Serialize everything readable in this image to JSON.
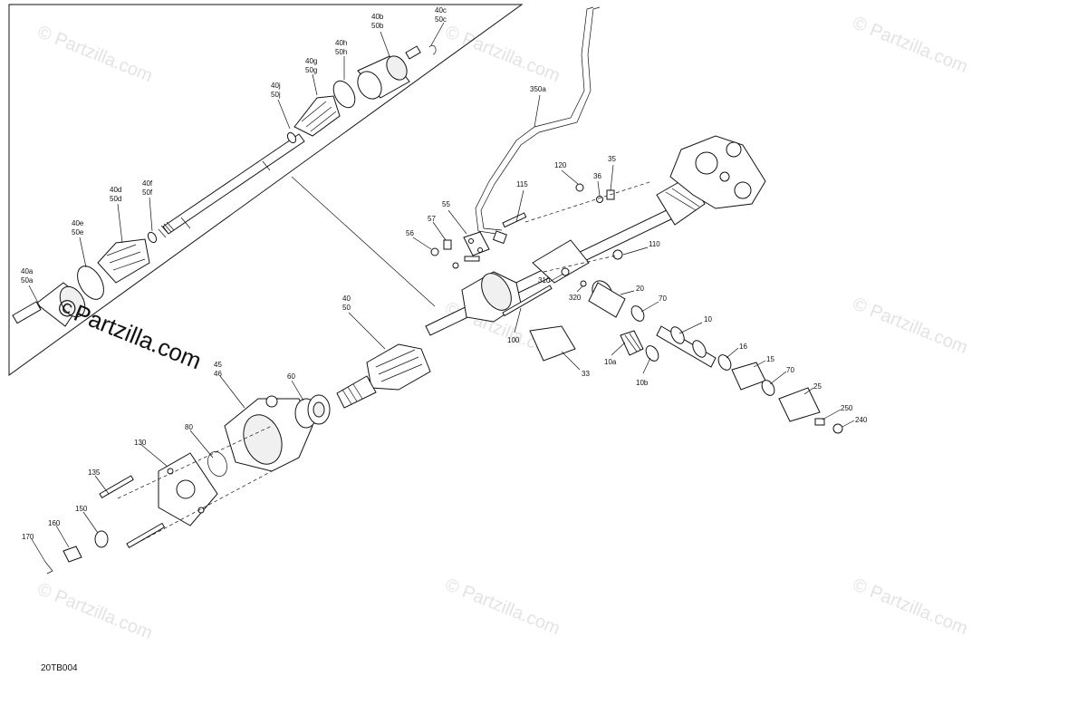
{
  "drawing": {
    "reference_code": "20TB004",
    "watermark": "© Partzilla.com",
    "watermark_inset": "©Partzilla.com"
  },
  "callouts": {
    "c40c_50c": [
      "40c",
      "50c"
    ],
    "c40b_50b": [
      "40b",
      "50b"
    ],
    "c40h_50h": [
      "40h",
      "50h"
    ],
    "c40g_50g": [
      "40g",
      "50g"
    ],
    "c40j_50j": [
      "40j",
      "50j"
    ],
    "c40f_50f": [
      "40f",
      "50f"
    ],
    "c40d_50d": [
      "40d",
      "50d"
    ],
    "c40e_50e": [
      "40e",
      "50e"
    ],
    "c40a_50a": [
      "40a",
      "50a"
    ],
    "c40_50": [
      "40",
      "50"
    ],
    "c45_46": [
      "45",
      "46"
    ],
    "c350a": "350a",
    "c120": "120",
    "c36": "36",
    "c35": "35",
    "c115": "115",
    "c55": "55",
    "c57": "57",
    "c56": "56",
    "c110": "110",
    "c310": "310",
    "c320": "320",
    "c20": "20",
    "c70a": "70",
    "c10": "10",
    "c100": "100",
    "c33": "33",
    "c10a": "10a",
    "c10b": "10b",
    "c16": "16",
    "c15": "15",
    "c70b": "70",
    "c25": "25",
    "c250": "250",
    "c240": "240",
    "c60": "60",
    "c80": "80",
    "c130": "130",
    "c135": "135",
    "c150": "150",
    "c160": "160",
    "c170": "170"
  }
}
